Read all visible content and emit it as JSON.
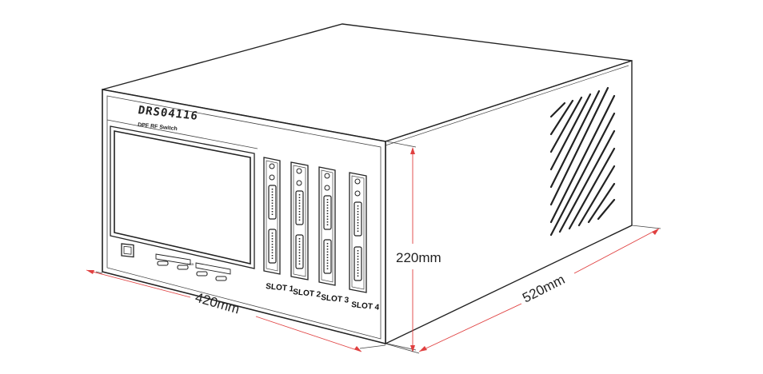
{
  "device": {
    "model": "DRS04116",
    "subtitle": "DPF RF Switch",
    "usb_label": "USB",
    "slots": [
      "SLOT 1",
      "SLOT 2",
      "SLOT 3",
      "SLOT 4"
    ]
  },
  "dimensions": {
    "width": "420mm",
    "height": "220mm",
    "depth": "520mm"
  },
  "colors": {
    "outline": "#222222",
    "dimension_line": "#e04040"
  }
}
